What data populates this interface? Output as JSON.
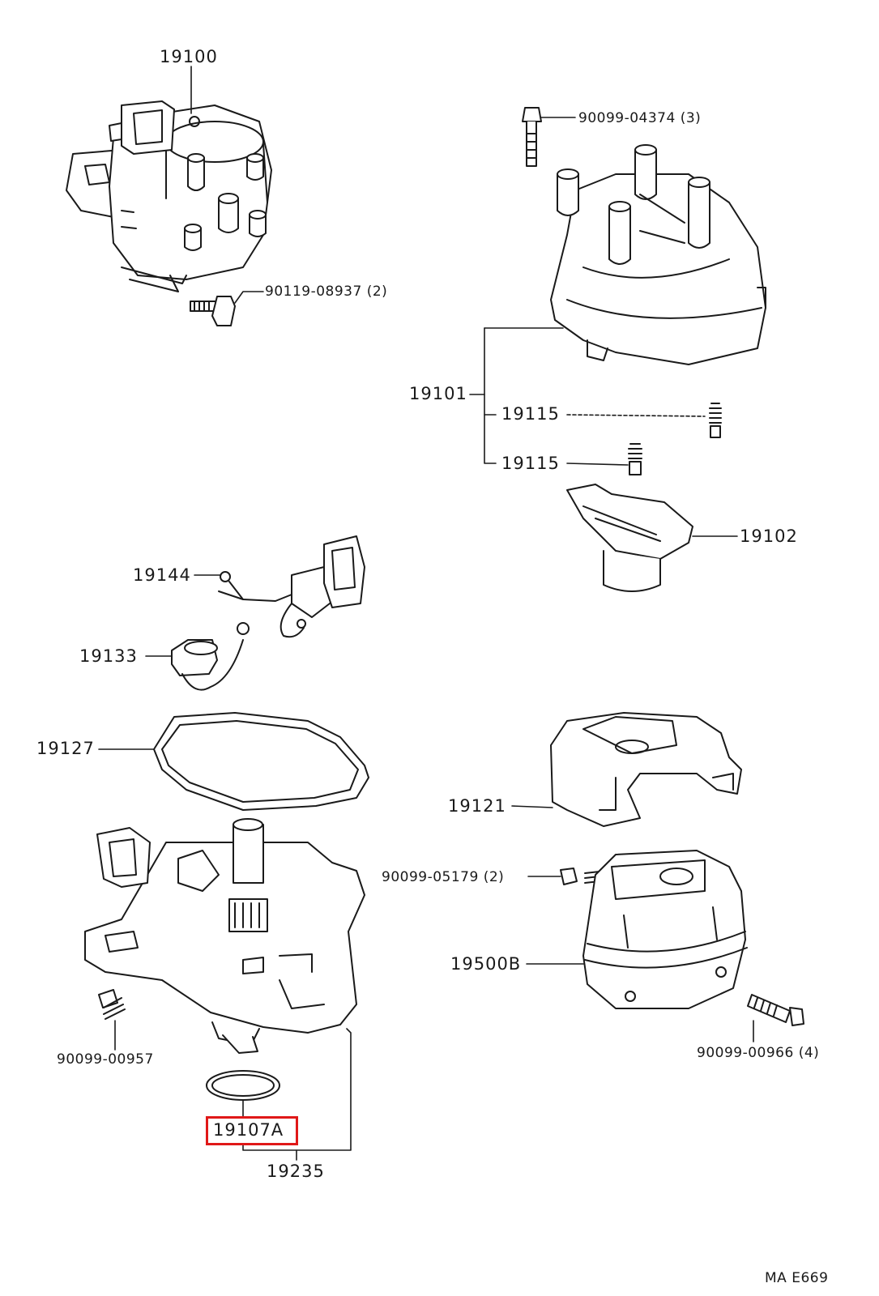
{
  "callouts": {
    "c19100": "19100",
    "c90119": "90119-08937 (2)",
    "c90099_04374": "90099-04374 (3)",
    "c19101": "19101",
    "c19115a": "19115",
    "c19115b": "19115",
    "c19102": "19102",
    "c19144": "19144",
    "c19133": "19133",
    "c19127": "19127",
    "c19121": "19121",
    "c90099_05179": "90099-05179 (2)",
    "c19500B": "19500B",
    "c90099_00957": "90099-00957",
    "c90099_00966": "90099-00966 (4)",
    "c19107A": "19107A",
    "c19235": "19235"
  },
  "highlighted_part": "19107A",
  "highlight_color": "#e01818",
  "diagram_code": "MA E669"
}
